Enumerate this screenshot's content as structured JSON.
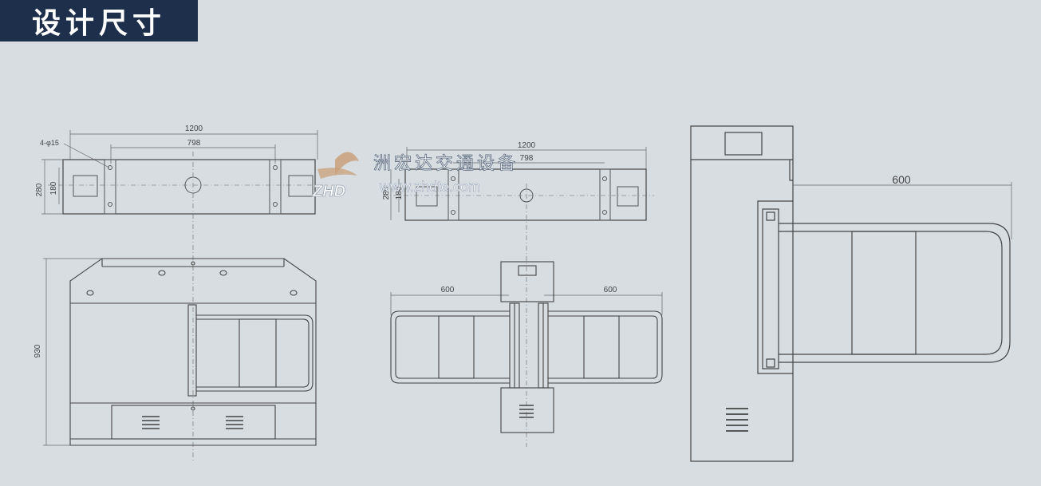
{
  "header": {
    "title": "设计尺寸"
  },
  "front_view": {
    "top_plan": {
      "width_label": "1200",
      "hole_spacing_label": "798",
      "hole_label": "4-φ15",
      "depth_label": "280",
      "inner_depth_label": "180"
    },
    "height_label": "930"
  },
  "middle_view": {
    "top_plan": {
      "width_label": "1200",
      "hole_spacing_label": "798",
      "depth_label": "280",
      "inner_depth_label": "180"
    },
    "left_wing_label": "600",
    "right_wing_label": "600"
  },
  "side_view": {
    "wing_label": "600"
  },
  "watermark": {
    "logo": "ZHD",
    "company": "洲宏达交通设备",
    "url": "www.zhdte.com"
  }
}
